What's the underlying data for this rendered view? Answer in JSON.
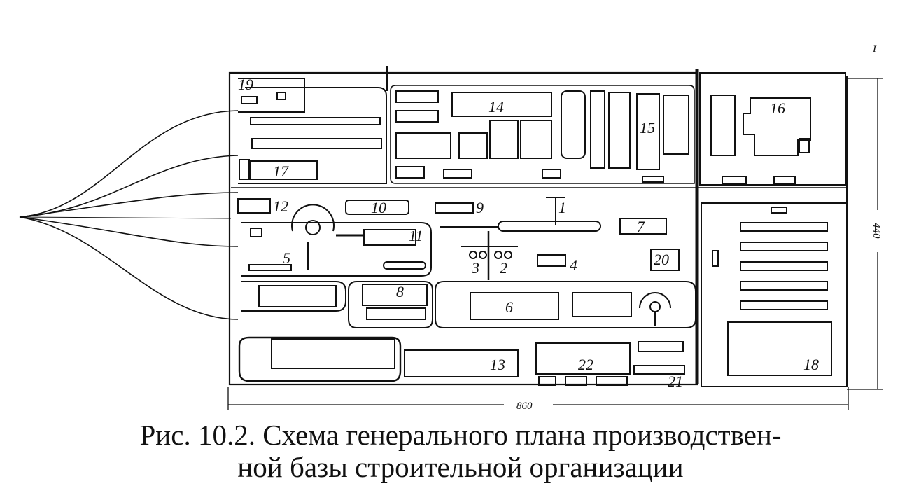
{
  "figure": {
    "caption_line1": "Рис. 10.2. Схема генерального плана производствен-",
    "caption_line2": "ной базы строительной организации"
  },
  "labels": {
    "n1": "1",
    "n2": "2",
    "n3": "3",
    "n4": "4",
    "n5": "5",
    "n6": "6",
    "n7": "7",
    "n8": "8",
    "n9": "9",
    "n10": "10",
    "n11": "11",
    "n12": "12",
    "n13": "13",
    "n14": "14",
    "n15": "15",
    "n16": "16",
    "n17": "17",
    "n18": "18",
    "n19": "19",
    "n20": "20",
    "n21": "21",
    "n22": "22"
  },
  "dimensions": {
    "width": "860",
    "height": "440"
  },
  "corner_mark": "I",
  "colors": {
    "ink": "#111111",
    "paper": "#ffffff"
  }
}
